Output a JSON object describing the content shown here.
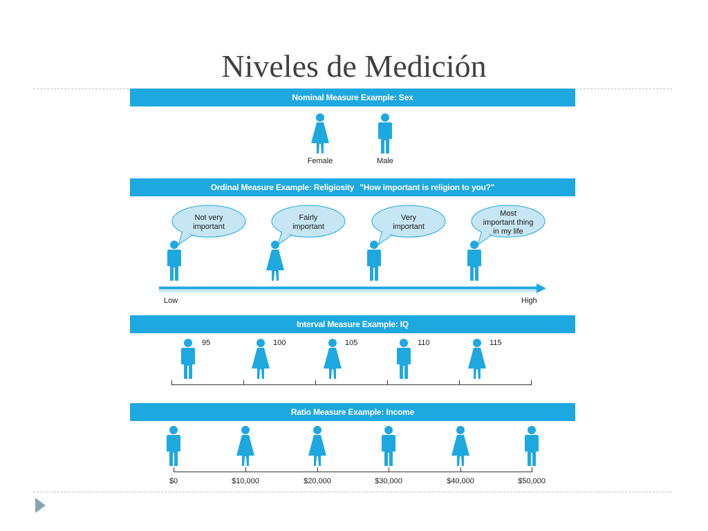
{
  "slide": {
    "title": "Niveles de Medición"
  },
  "nominal": {
    "header": "Nominal Measure Example:  Sex",
    "categories": [
      {
        "label": "Female",
        "figure": "female-figure-icon"
      },
      {
        "label": "Male",
        "figure": "male-figure-icon"
      }
    ]
  },
  "ordinal": {
    "header": "Ordinal Measure Example:  Religiosity",
    "question": "\"How important is religion to you?\"",
    "responses": [
      {
        "text": "Not very\nimportant",
        "figure": "male-figure-icon"
      },
      {
        "text": "Fairly\nimportant",
        "figure": "female-figure-icon"
      },
      {
        "text": "Very\nimportant",
        "figure": "male-figure-icon"
      },
      {
        "text": "Most\nimportant thing\nin my life",
        "figure": "male-figure-icon"
      }
    ],
    "scale_low": "Low",
    "scale_high": "High"
  },
  "interval": {
    "header": "Interval Measure Example:  IQ",
    "values": [
      {
        "label": "95",
        "figure": "male-figure-icon"
      },
      {
        "label": "100",
        "figure": "female-figure-icon"
      },
      {
        "label": "105",
        "figure": "female-figure-icon"
      },
      {
        "label": "110",
        "figure": "male-figure-icon"
      },
      {
        "label": "115",
        "figure": "female-figure-icon"
      }
    ]
  },
  "ratio": {
    "header": "Ratio Measure Example:  Income",
    "values": [
      {
        "label": "$0",
        "figure": "male-figure-icon"
      },
      {
        "label": "$10,000",
        "figure": "female-figure-icon"
      },
      {
        "label": "$20,000",
        "figure": "female-figure-icon"
      },
      {
        "label": "$30,000",
        "figure": "male-figure-icon"
      },
      {
        "label": "$40,000",
        "figure": "female-figure-icon"
      },
      {
        "label": "$50,000",
        "figure": "male-figure-icon"
      }
    ]
  },
  "colors": {
    "accent": "#1ea8e0",
    "bubble": "#c6e6f3",
    "text": "#404040"
  },
  "icons": {
    "nav": "next-slide-arrow-icon"
  }
}
